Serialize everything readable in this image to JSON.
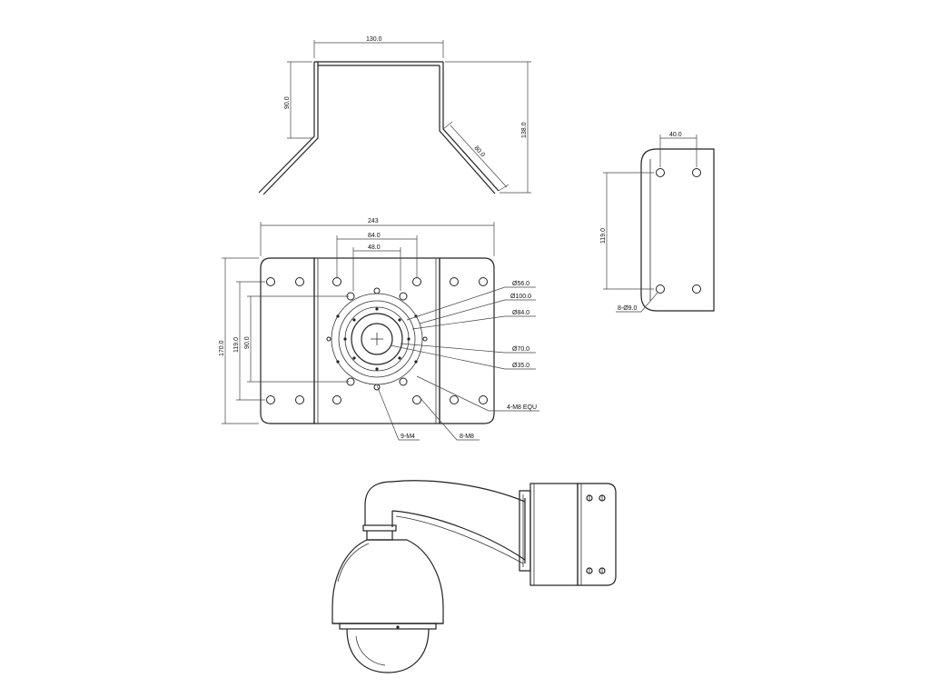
{
  "side_bracket": {
    "width_label": "130.0",
    "height_label": "90.0",
    "total_height_label": "138.0",
    "flange_label": "80.0"
  },
  "front_plate": {
    "width_label": "243",
    "inner1_label": "84.0",
    "inner2_label": "48.0",
    "height_label": "170.0",
    "inner_h1_label": "119.0",
    "inner_h2_label": "90.0",
    "callouts": {
      "d56": "Ø56.0",
      "d100": "Ø100.0",
      "d84": "Ø84.0",
      "d70": "Ø70.0",
      "d35": "Ø35.0",
      "m8_equ": "4-M8 EQU",
      "m4": "9-M4",
      "m8": "8-M8"
    }
  },
  "side_plate": {
    "width_label": "40.0",
    "height_label": "119.0",
    "hole_label": "8-Ø9.0"
  }
}
